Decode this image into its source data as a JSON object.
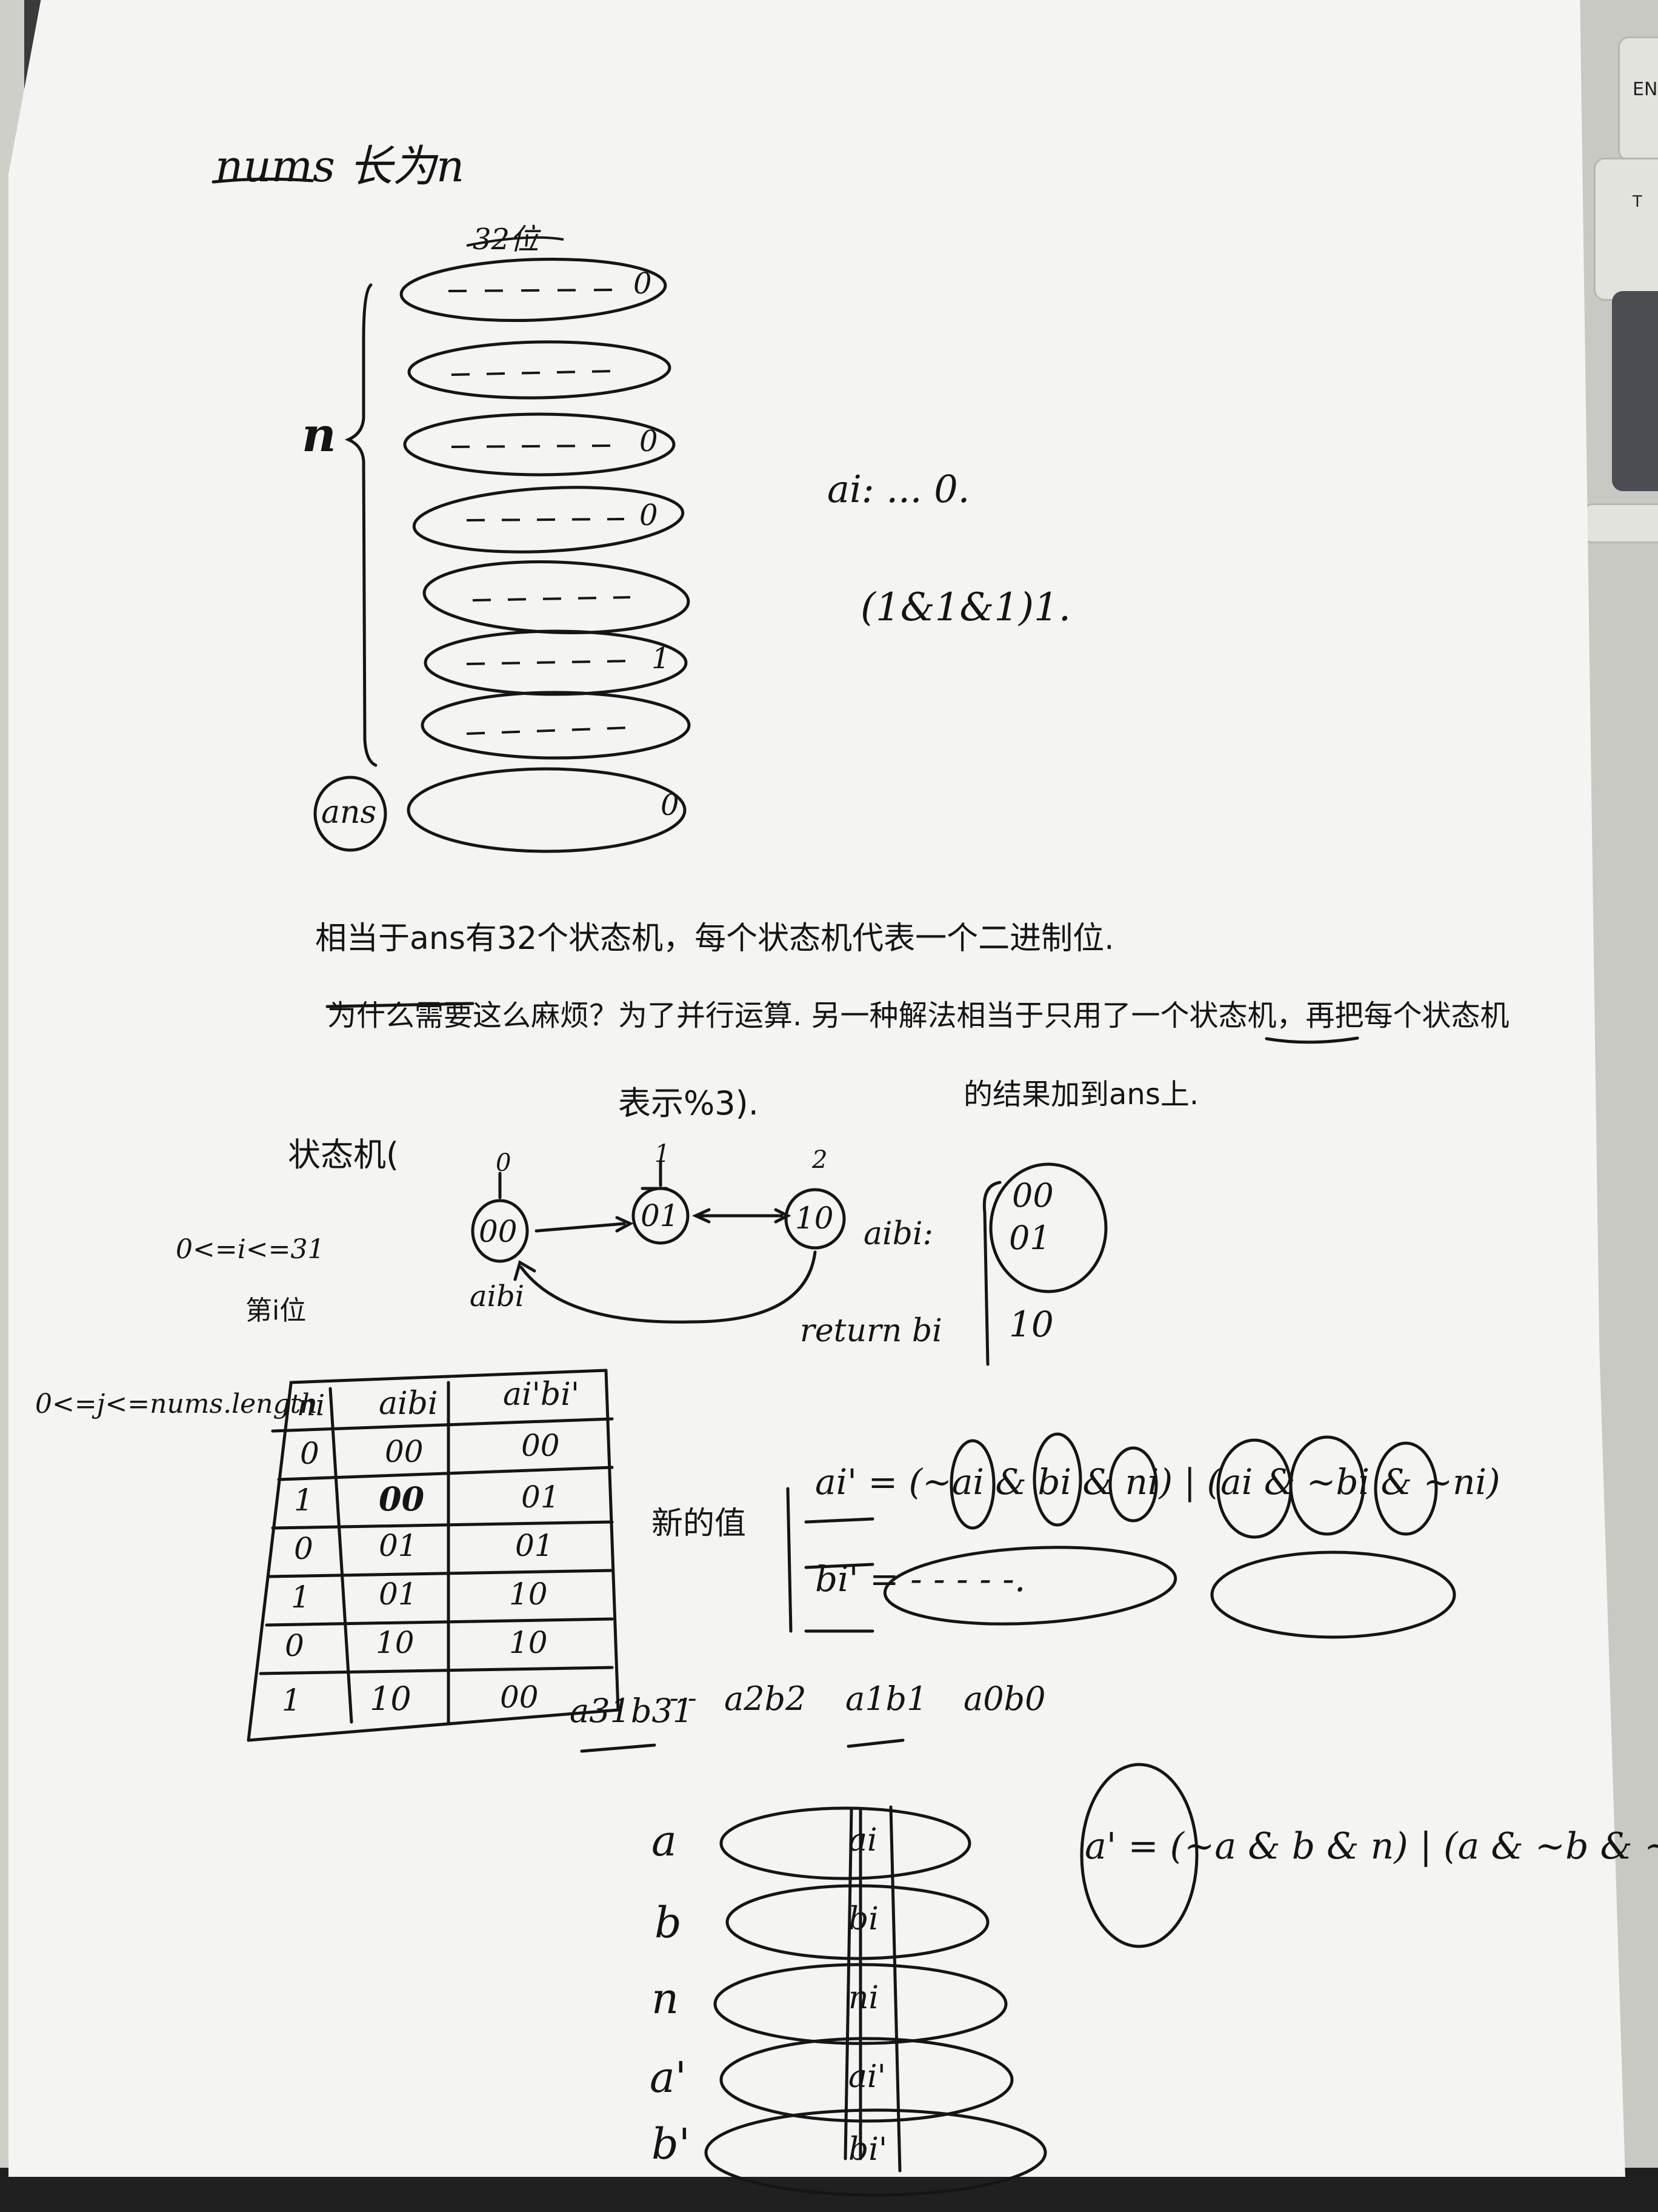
{
  "title": "nums 长为n",
  "diagram": {
    "bits_label": "32位",
    "n_label": "n",
    "row_end_bits": [
      "0",
      "",
      "0",
      "0",
      "",
      "1",
      "",
      "0"
    ],
    "ans_label": "ans"
  },
  "side_notes": {
    "ai_line": "ai: ... 0.",
    "example": "(1&1&1)1."
  },
  "paragraph": {
    "line1": "相当于ans有32个状态机，每个状态机代表一个二进制位.",
    "line2": "为什么需要这么麻烦？为了并行运算. 另一种解法相当于只用了一个状态机，再把每个状态机",
    "line3": "的结果加到ans上."
  },
  "state_machine": {
    "label": "状态机(",
    "label_suffix": "表示%3).",
    "state_00": "00",
    "state_01": "01",
    "state_10": "10",
    "num_0": "0",
    "num_1": "1",
    "num_2": "2",
    "edge_label": "aibi",
    "ab_label": "aibi:",
    "ab_col": [
      "00",
      "01",
      "10"
    ],
    "return_label": "return bi"
  },
  "left_notes": {
    "range_i": "0<=i<=31",
    "ith_bit": "第i位",
    "range_j": "0<=j<=nums.length"
  },
  "table": {
    "headers": [
      "ni",
      "aibi",
      "ai'bi'"
    ],
    "rows": [
      [
        "0",
        "00",
        "00"
      ],
      [
        "1",
        "00",
        "01"
      ],
      [
        "0",
        "01",
        "01"
      ],
      [
        "1",
        "01",
        "10"
      ],
      [
        "0",
        "10",
        "10"
      ],
      [
        "1",
        "10",
        "00"
      ]
    ]
  },
  "formula": {
    "new_value_label": "新的值",
    "a_prime": "ai' = (~ai & bi & ni) | (ai & ~bi & ~ni)",
    "b_prime": "bi' = - - - - -."
  },
  "bit_pairs": [
    "a31b31",
    "---",
    "a2b2",
    "a1b1",
    "a0b0"
  ],
  "lower_diagram": {
    "rows": [
      {
        "label": "a",
        "cell": "ai"
      },
      {
        "label": "b",
        "cell": "bi"
      },
      {
        "label": "n",
        "cell": "ni"
      },
      {
        "label": "a'",
        "cell": "ai'"
      },
      {
        "label": "b'",
        "cell": "bi'"
      }
    ],
    "expression": "a' = (~a & b & n) | (a & ~b & ~n)"
  }
}
